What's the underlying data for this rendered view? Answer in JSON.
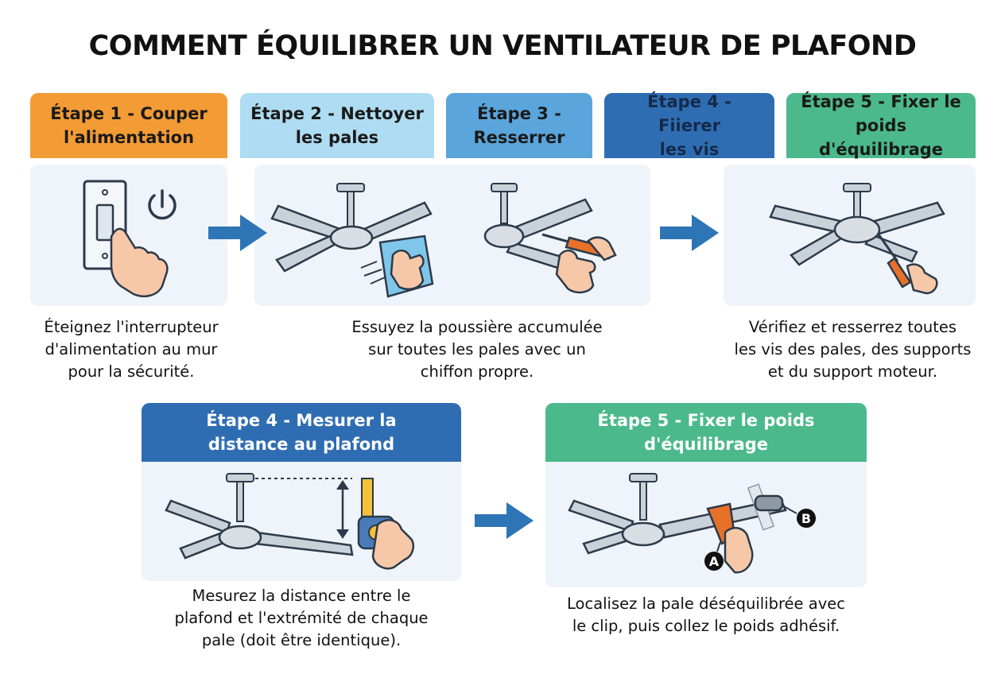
{
  "title": "COMMENT ÉQUILIBRER UN VENTILATEUR DE PLAFOND",
  "colors": {
    "orange": "#f39b35",
    "light_blue": "#aedcf2",
    "mid_blue": "#5aa5dc",
    "dark_blue": "#2f6db3",
    "green": "#4bb98b",
    "arrow": "#2e75b6"
  },
  "top_steps": [
    {
      "line1": "Étape 1 - Couper",
      "line2": "l'alimentation"
    },
    {
      "line1": "Étape 2 - Nettoyer",
      "line2": "les pales"
    },
    {
      "line1": "Étape 3 -",
      "line2": "Resserrer"
    },
    {
      "line1": "Étape 4 - Fiierer",
      "line2": "les vis"
    },
    {
      "line1": "Étape 5 - Fixer le",
      "line2": "poids d'équilibrage"
    }
  ],
  "top_descriptions": [
    {
      "lines": [
        "Éteignez l'interrupteur",
        "d'alimentation au mur",
        "pour la sécurité."
      ]
    },
    {
      "lines": [
        "Essuyez la poussière accumulée",
        "sur toutes les pales avec un",
        "chiffon propre."
      ]
    },
    {
      "lines": [
        "Vérifiez et resserrez toutes",
        "les vis des pales, des supports",
        "et du support moteur."
      ]
    }
  ],
  "bottom_steps": [
    {
      "line1": "Étape 4 - Mesurer la",
      "line2": "distance au plafond",
      "desc": [
        "Mesurez la distance entre le",
        "plafond et l'extrémité de chaque",
        "pale (doit être identique)."
      ]
    },
    {
      "line1": "Étape 5 - Fixer le poids",
      "line2": "d'équilibrage",
      "desc": [
        "Localisez la pale déséquilibrée avec",
        "le clip, puis collez le poids adhésif."
      ]
    }
  ],
  "markers": {
    "a": "A",
    "b": "B"
  }
}
